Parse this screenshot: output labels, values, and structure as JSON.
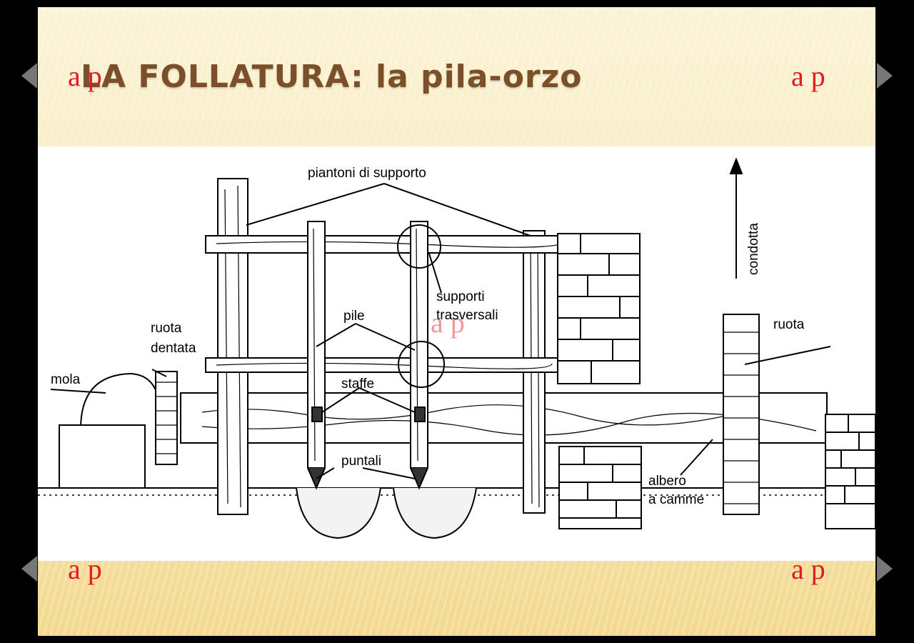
{
  "slide": {
    "title": "LA FOLLATURA: la pila-orzo",
    "logo_text": "a p",
    "colors": {
      "logo": "#e01b24",
      "title": "#7a4f2a",
      "background": "#f7e7b4"
    }
  },
  "diagram": {
    "labels": {
      "piantoni": "piantoni di supporto",
      "supporti_1": "supporti",
      "supporti_2": "trasversali",
      "pile": "pile",
      "ruota_dentata_1": "ruota",
      "ruota_dentata_2": "dentata",
      "mola": "mola",
      "staffe": "staffe",
      "puntali": "puntali",
      "condotta": "condotta",
      "ruota": "ruota",
      "albero_1": "albero",
      "albero_2": "a camme"
    }
  },
  "icons": [
    "arrow-left-icon",
    "arrow-right-icon",
    "arrow-up-icon"
  ]
}
